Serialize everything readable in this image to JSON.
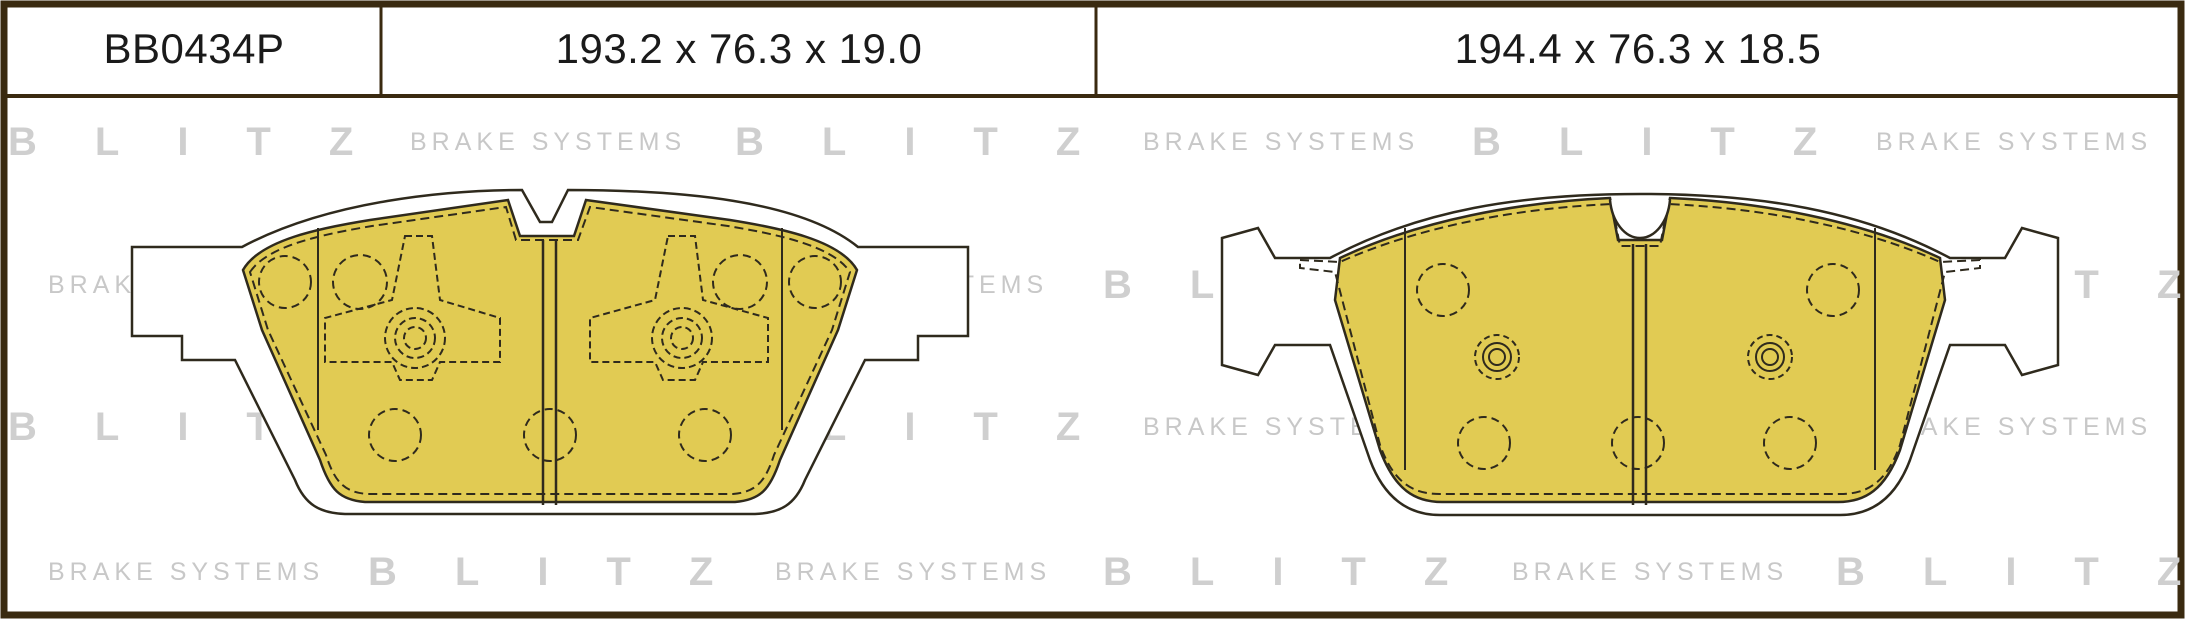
{
  "header": {
    "part_number": "BB0434P",
    "dimension_left": "193.2 x 76.3 x 19.0",
    "dimension_right": "194.4 x 76.3 x 18.5"
  },
  "watermark": {
    "brand": "BLITZ",
    "tagline": "BRAKE SYSTEMS"
  },
  "colors": {
    "border": "#3a2a10",
    "pad_fill": "#e1cb53",
    "outline": "#2f2a1d",
    "watermark": "#cfcfcf"
  }
}
